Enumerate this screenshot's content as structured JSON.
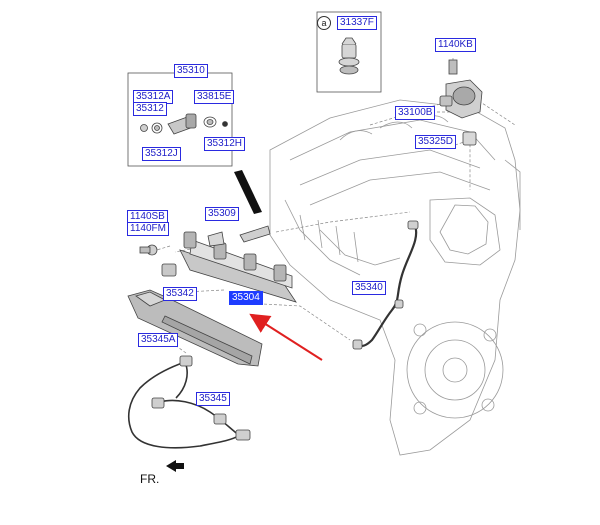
{
  "diagram": {
    "part_labels": {
      "p31337f": "31337F",
      "p1140kb": "1140KB",
      "p35310": "35310",
      "p35312a": "35312A",
      "p35312": "35312",
      "p33815e": "33815E",
      "p35312j": "35312J",
      "p35312h": "35312H",
      "p33100b": "33100B",
      "p35325d": "35325D",
      "p1140sb": "1140SB",
      "p1140fm": "1140FM",
      "p35309": "35309",
      "p35342": "35342",
      "p35304": "35304",
      "p35340": "35340",
      "p35345a": "35345A",
      "p35345": "35345"
    },
    "callout_badge": "a",
    "direction_label": "FR.",
    "colors": {
      "label_text": "#1d1dc8",
      "selected_fill": "#1e3cff",
      "pointer_arrow": "#e02020"
    }
  }
}
